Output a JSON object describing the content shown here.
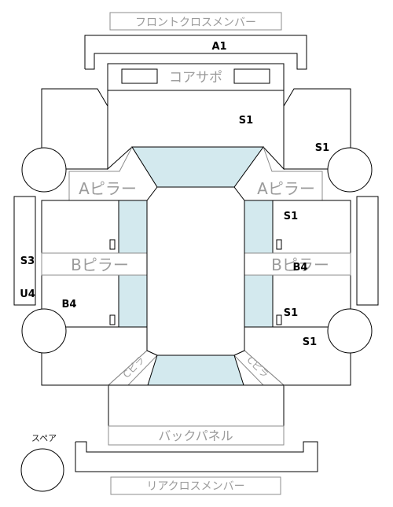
{
  "labels": {
    "front_cross_member": "フロントクロスメンバー",
    "core_support": "コアサポ",
    "a_pillar_left": "Aピラー",
    "a_pillar_right": "Aピラー",
    "b_pillar_left": "Bピラー",
    "b_pillar_right": "Bピラー",
    "back_panel": "バックパネル",
    "rear_cross_member": "リアクロスメンバー",
    "spare": "スペア",
    "c_pillar_left": "Cピラ",
    "c_pillar_right": "Cピラ"
  },
  "codes": {
    "front": "A1",
    "hood_right": "S1",
    "fender_right": "S1",
    "front_door_right": "S1",
    "b_pillar_right": "B4",
    "rear_door_right": "S1",
    "quarter_right": "S1",
    "rocker_left_s3": "S3",
    "rocker_left_u4": "U4",
    "rear_door_left": "B4"
  },
  "colors": {
    "glass": "#d3e9ee",
    "outline": "#000000",
    "label_gray": "#9b9b9b"
  }
}
